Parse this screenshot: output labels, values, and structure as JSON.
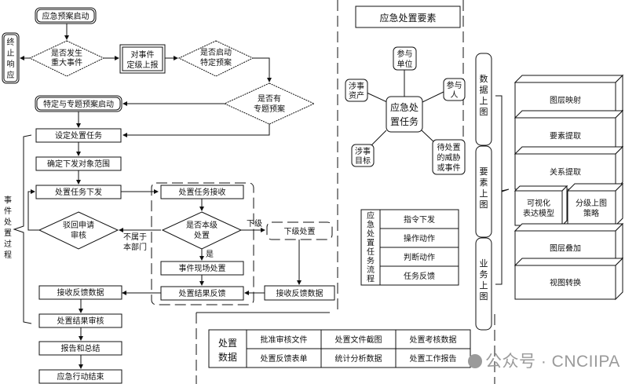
{
  "flow": {
    "start": "应急预案启动",
    "terminate": [
      "终",
      "止",
      "响",
      "应"
    ],
    "major_event_q": [
      "是否发生",
      "重大事件"
    ],
    "grade_report": [
      "对事件",
      "定级上报"
    ],
    "start_specific_q": [
      "是否启动",
      "特定预案"
    ],
    "special_plan_q": [
      "是否有",
      "专题预案"
    ],
    "specific_start": "特定与专题预案启动",
    "set_task": "设定处置任务",
    "determine_scope": "确定下发对象范围",
    "issue_task": "处置任务下发",
    "reject_review": [
      "驳回申请",
      "审核"
    ],
    "not_dept_label": [
      "不属于",
      "本部门"
    ],
    "receive_task": "处置任务接收",
    "this_level_q": [
      "是否本级",
      "处置"
    ],
    "yes_label": "是",
    "lower_label": "下级",
    "lower_handle": "下级处置",
    "site_handle": "事件现场处置",
    "result_feedback": "处置结果反馈",
    "receive_feedback_right": "接收反馈数据",
    "receive_feedback_left": "接收反馈数据",
    "result_review": "处置结果审核",
    "report_summary": "报告和总结",
    "end": "应急行动结束",
    "process_label": [
      "事",
      "件",
      "处",
      "置",
      "过",
      "程"
    ]
  },
  "elements": {
    "title": "应急处置要素",
    "center": [
      "应急处",
      "置任务"
    ],
    "nodes": [
      {
        "id": "units",
        "lines": [
          "参与",
          "单位"
        ]
      },
      {
        "id": "people",
        "lines": [
          "参与",
          "人"
        ]
      },
      {
        "id": "threat",
        "lines": [
          "待处置",
          "的威胁",
          "或事件"
        ]
      },
      {
        "id": "target",
        "lines": [
          "涉事",
          "目标"
        ]
      },
      {
        "id": "asset",
        "lines": [
          "涉事",
          "资产"
        ]
      }
    ]
  },
  "task_flow": {
    "label": [
      "应",
      "急",
      "处",
      "置",
      "任",
      "务",
      "流",
      "程"
    ],
    "rows": [
      "指令下发",
      "操作动作",
      "判断动作",
      "任务反馈"
    ]
  },
  "disposal_data": {
    "label": [
      "处置",
      "数据"
    ],
    "rows": [
      [
        "批准审核文件",
        "处置文件截图",
        "处置考核数据"
      ],
      [
        "处置反馈表单",
        "统计分析数据",
        "处置工作报告"
      ]
    ]
  },
  "map_side": {
    "phases": [
      {
        "id": "data",
        "chars": [
          "数",
          "据",
          "上",
          "图"
        ]
      },
      {
        "id": "element",
        "chars": [
          "要",
          "素",
          "上",
          "图"
        ]
      },
      {
        "id": "business",
        "chars": [
          "业",
          "务",
          "上",
          "图"
        ]
      }
    ],
    "layers": [
      "图层映射",
      "要素提取",
      "关系提取"
    ],
    "split": [
      [
        "可视化",
        "表达模型"
      ],
      [
        "分级上图",
        "策略"
      ]
    ],
    "layers_bottom": [
      "图层叠加",
      "视图转换"
    ]
  },
  "watermark": "公众号 · CNCIIPA"
}
